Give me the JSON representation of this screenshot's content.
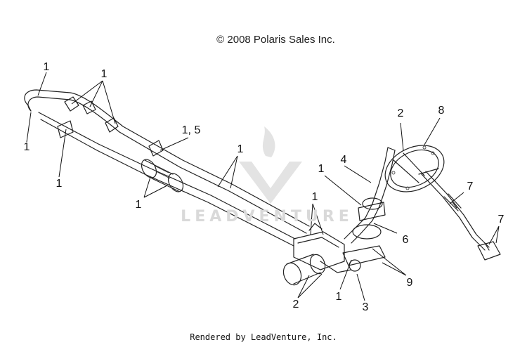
{
  "header": {
    "copyright": "© 2008 Polaris Sales Inc."
  },
  "footer": {
    "rendered_by": "Rendered by LeadVenture, Inc."
  },
  "watermark": {
    "text": "LEADVENTURE"
  },
  "callouts": [
    {
      "id": "c1",
      "label": "1"
    },
    {
      "id": "c2",
      "label": "1"
    },
    {
      "id": "c3",
      "label": "1"
    },
    {
      "id": "c4",
      "label": "1"
    },
    {
      "id": "c5",
      "label": "1, 5"
    },
    {
      "id": "c6",
      "label": "1"
    },
    {
      "id": "c7",
      "label": "1"
    },
    {
      "id": "c8",
      "label": "1"
    },
    {
      "id": "c9",
      "label": "1"
    },
    {
      "id": "c10",
      "label": "4"
    },
    {
      "id": "c11",
      "label": "2"
    },
    {
      "id": "c12",
      "label": "8"
    },
    {
      "id": "c13",
      "label": "7"
    },
    {
      "id": "c14",
      "label": "7"
    },
    {
      "id": "c15",
      "label": "6"
    },
    {
      "id": "c16",
      "label": "9"
    },
    {
      "id": "c17",
      "label": "1"
    },
    {
      "id": "c18",
      "label": "3"
    },
    {
      "id": "c19",
      "label": "2"
    }
  ]
}
